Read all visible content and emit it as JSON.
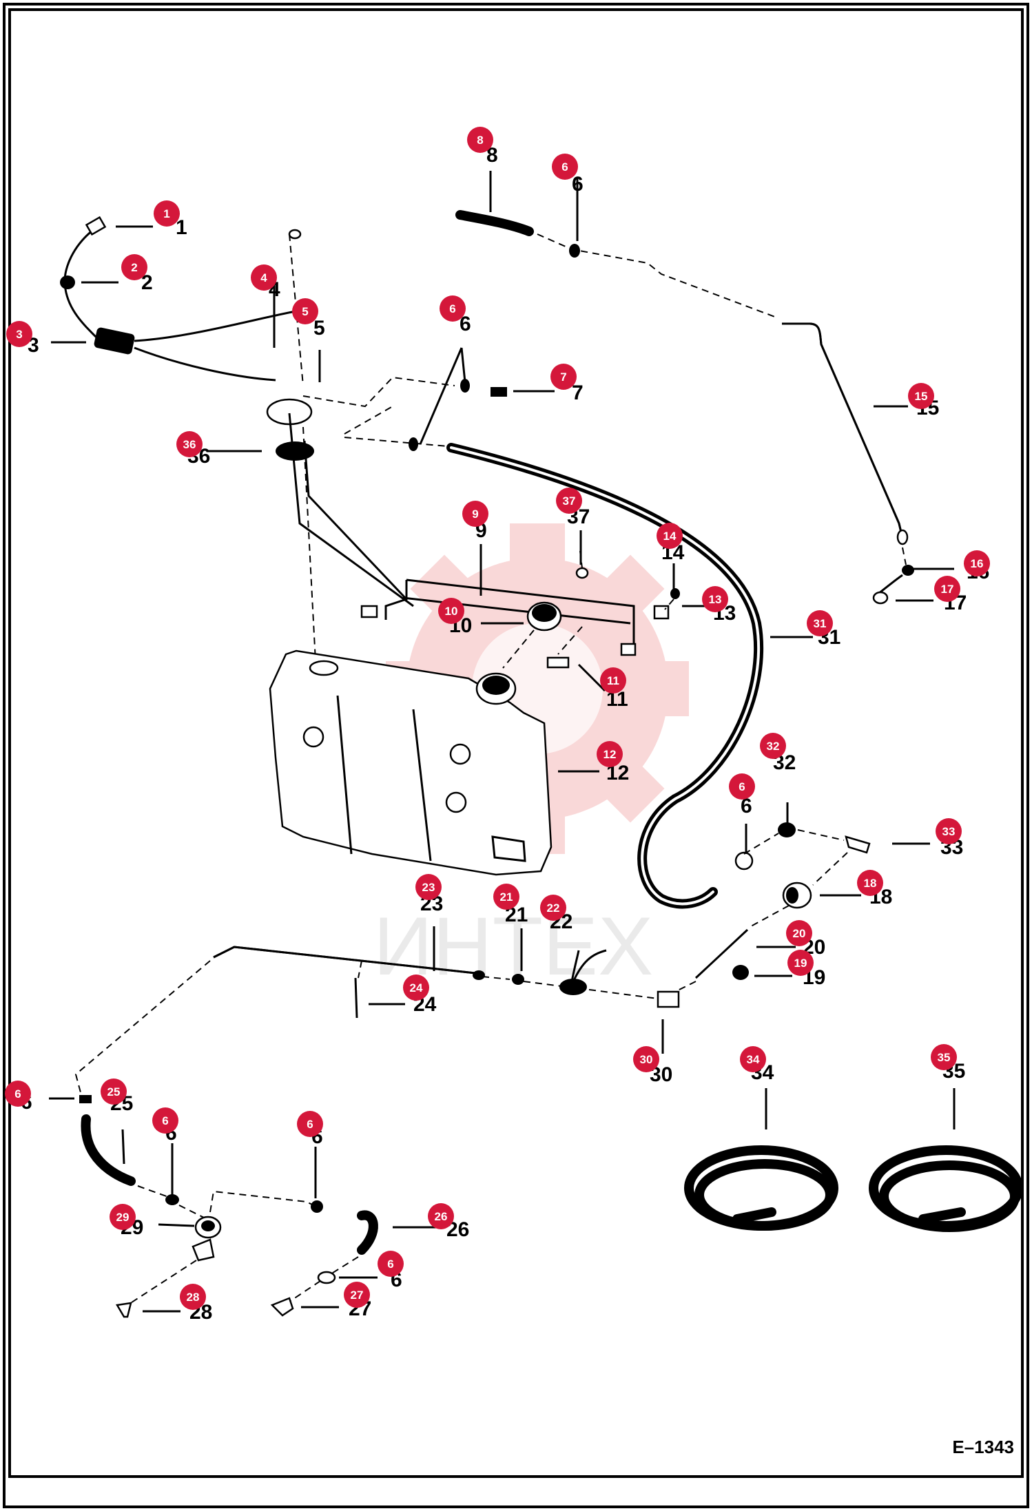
{
  "diagram": {
    "drawing_number": "E–1343",
    "watermark_text": "ИНТЕХ",
    "marker_color": "#d4173a",
    "watermark_color": "#f5b8b8",
    "callouts": [
      {
        "id": "1",
        "label": "1"
      },
      {
        "id": "2",
        "label": "2"
      },
      {
        "id": "3",
        "label": "3"
      },
      {
        "id": "4",
        "label": "4"
      },
      {
        "id": "5",
        "label": "5"
      },
      {
        "id": "6",
        "label": "6"
      },
      {
        "id": "7",
        "label": "7"
      },
      {
        "id": "8",
        "label": "8"
      },
      {
        "id": "9",
        "label": "9"
      },
      {
        "id": "10",
        "label": "10"
      },
      {
        "id": "11",
        "label": "11"
      },
      {
        "id": "12",
        "label": "12"
      },
      {
        "id": "13",
        "label": "13"
      },
      {
        "id": "14",
        "label": "14"
      },
      {
        "id": "15",
        "label": "15"
      },
      {
        "id": "16",
        "label": "16"
      },
      {
        "id": "17",
        "label": "17"
      },
      {
        "id": "18",
        "label": "18"
      },
      {
        "id": "19",
        "label": "19"
      },
      {
        "id": "20",
        "label": "20"
      },
      {
        "id": "21",
        "label": "21"
      },
      {
        "id": "22",
        "label": "22"
      },
      {
        "id": "23",
        "label": "23"
      },
      {
        "id": "24",
        "label": "24"
      },
      {
        "id": "25",
        "label": "25"
      },
      {
        "id": "26",
        "label": "26"
      },
      {
        "id": "27",
        "label": "27"
      },
      {
        "id": "28",
        "label": "28"
      },
      {
        "id": "29",
        "label": "29"
      },
      {
        "id": "30",
        "label": "30"
      },
      {
        "id": "31",
        "label": "31"
      },
      {
        "id": "32",
        "label": "32"
      },
      {
        "id": "33",
        "label": "33"
      },
      {
        "id": "34",
        "label": "34"
      },
      {
        "id": "35",
        "label": "35"
      },
      {
        "id": "36",
        "label": "36"
      },
      {
        "id": "37",
        "label": "37"
      }
    ]
  }
}
